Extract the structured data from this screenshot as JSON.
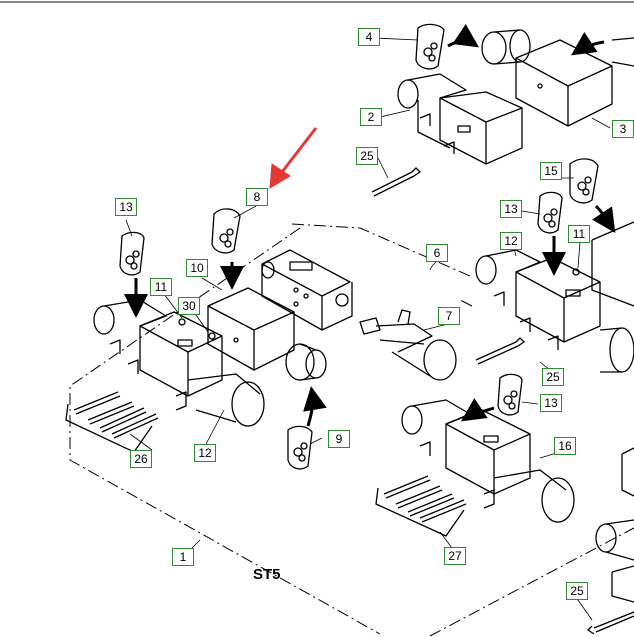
{
  "diagram": {
    "assembly_label": "ST5",
    "highlight_color": "#e53935",
    "callout_border_color": "#2e8b2e"
  },
  "callouts": {
    "c4": "4",
    "c2": "2",
    "c3": "3",
    "c25_top": "25",
    "c15": "15",
    "c8": "8",
    "c13_left": "13",
    "c13_mid": "13",
    "c11_right": "11",
    "c12_right": "12",
    "c6": "6",
    "c10": "10",
    "c11_left": "11",
    "c30": "30",
    "c7": "7",
    "c25_mid": "25",
    "c13_low": "13",
    "c9": "9",
    "c16": "16",
    "c26": "26",
    "c12_left": "12",
    "c27": "27",
    "c1": "1",
    "c25_bottom": "25"
  }
}
